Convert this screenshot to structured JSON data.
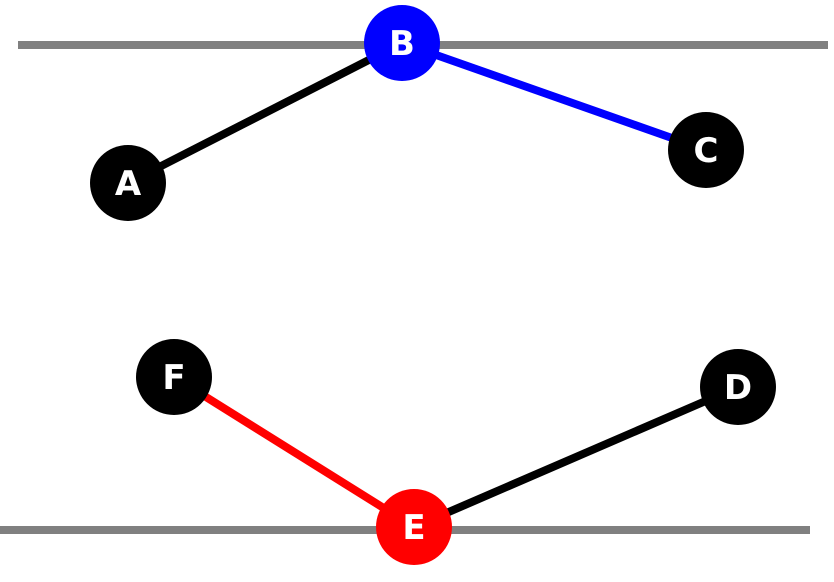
{
  "diagram": {
    "colors": {
      "background": "#ffffff",
      "rail": "#808080",
      "default_node": "#000000",
      "default_edge": "#000000",
      "highlight_blue": "#0000ff",
      "highlight_red": "#ff0000",
      "label": "#ffffff"
    },
    "nodes": [
      {
        "id": "A",
        "label": "A",
        "color": "#000000"
      },
      {
        "id": "B",
        "label": "B",
        "color": "#0000ff"
      },
      {
        "id": "C",
        "label": "C",
        "color": "#000000"
      },
      {
        "id": "D",
        "label": "D",
        "color": "#000000"
      },
      {
        "id": "E",
        "label": "E",
        "color": "#ff0000"
      },
      {
        "id": "F",
        "label": "F",
        "color": "#000000"
      }
    ],
    "edges": [
      {
        "from": "A",
        "to": "B",
        "color": "#000000"
      },
      {
        "from": "B",
        "to": "C",
        "color": "#0000ff"
      },
      {
        "from": "F",
        "to": "E",
        "color": "#ff0000"
      },
      {
        "from": "E",
        "to": "D",
        "color": "#000000"
      }
    ]
  }
}
